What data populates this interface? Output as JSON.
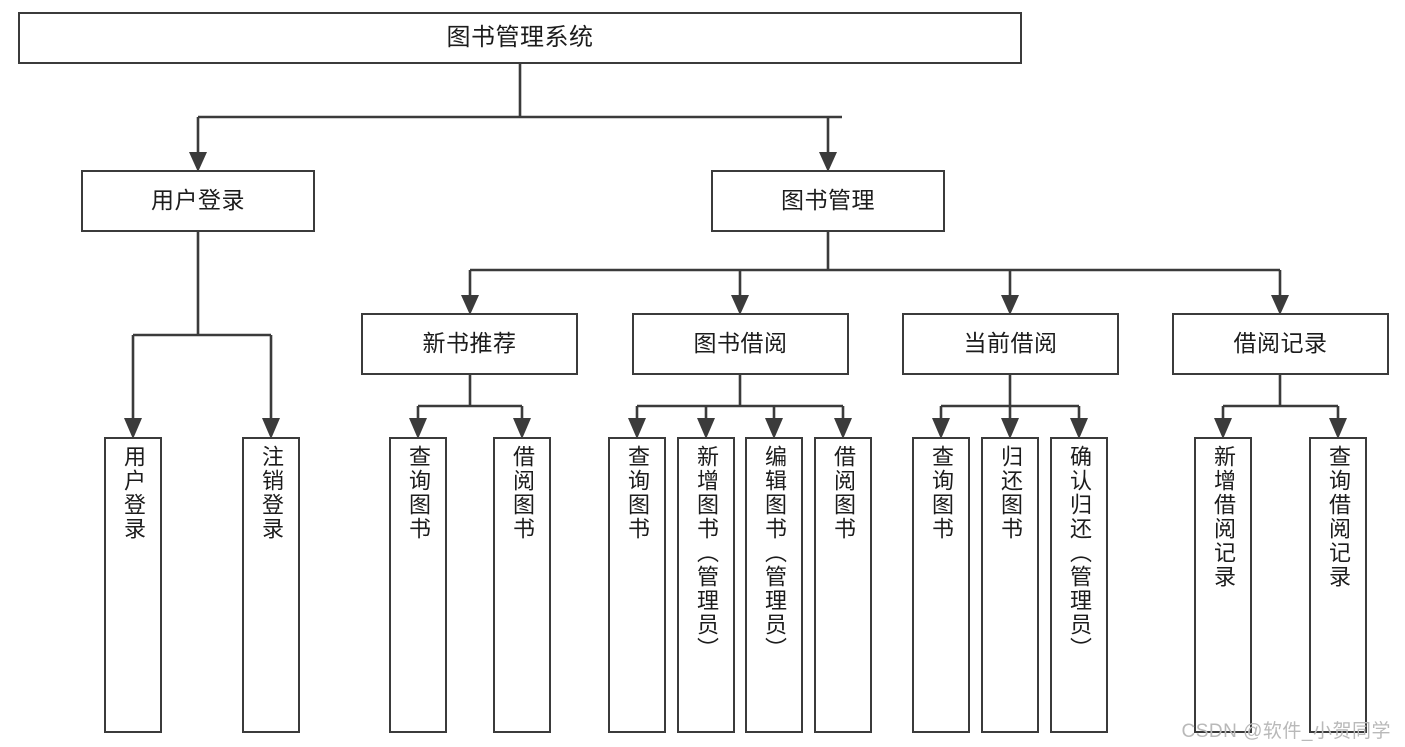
{
  "diagram": {
    "title": "图书管理系统",
    "type": "tree-hierarchy-chart",
    "stroke_color": "#3b3b3b",
    "fill_color": "#ffffff",
    "text_color": "#1c1c1c"
  },
  "watermark": {
    "text": "CSDN @软件_小贺同学",
    "color": "#b9b9b9"
  },
  "nodes": {
    "root": {
      "label": "图书管理系统"
    },
    "level2": [
      {
        "id": "user-login",
        "label": "用户登录"
      },
      {
        "id": "book-management",
        "label": "图书管理"
      }
    ],
    "level3": [
      {
        "id": "new-book-recommend",
        "label": "新书推荐"
      },
      {
        "id": "book-borrow",
        "label": "图书借阅"
      },
      {
        "id": "current-borrow",
        "label": "当前借阅"
      },
      {
        "id": "borrow-record",
        "label": "借阅记录"
      }
    ],
    "leaves": [
      {
        "id": "leaf-user-login",
        "label": "用户登录",
        "parent": "user-login"
      },
      {
        "id": "leaf-logout-login",
        "label": "注销登录",
        "parent": "user-login"
      },
      {
        "id": "leaf-query-book-1",
        "label": "查询图书",
        "parent": "new-book-recommend"
      },
      {
        "id": "leaf-borrow-book-1",
        "label": "借阅图书",
        "parent": "new-book-recommend"
      },
      {
        "id": "leaf-query-book-2",
        "label": "查询图书",
        "parent": "book-borrow"
      },
      {
        "id": "leaf-add-book",
        "label": "新增图书（管理员）",
        "parent": "book-borrow"
      },
      {
        "id": "leaf-edit-book",
        "label": "编辑图书（管理员）",
        "parent": "book-borrow"
      },
      {
        "id": "leaf-borrow-book-2",
        "label": "借阅图书",
        "parent": "book-borrow"
      },
      {
        "id": "leaf-query-book-3",
        "label": "查询图书",
        "parent": "current-borrow"
      },
      {
        "id": "leaf-return-book",
        "label": "归还图书",
        "parent": "current-borrow"
      },
      {
        "id": "leaf-confirm-return",
        "label": "确认归还（管理员）",
        "parent": "current-borrow"
      },
      {
        "id": "leaf-add-record",
        "label": "新增借阅记录",
        "parent": "borrow-record"
      },
      {
        "id": "leaf-query-record",
        "label": "查询借阅记录",
        "parent": "borrow-record"
      }
    ]
  }
}
